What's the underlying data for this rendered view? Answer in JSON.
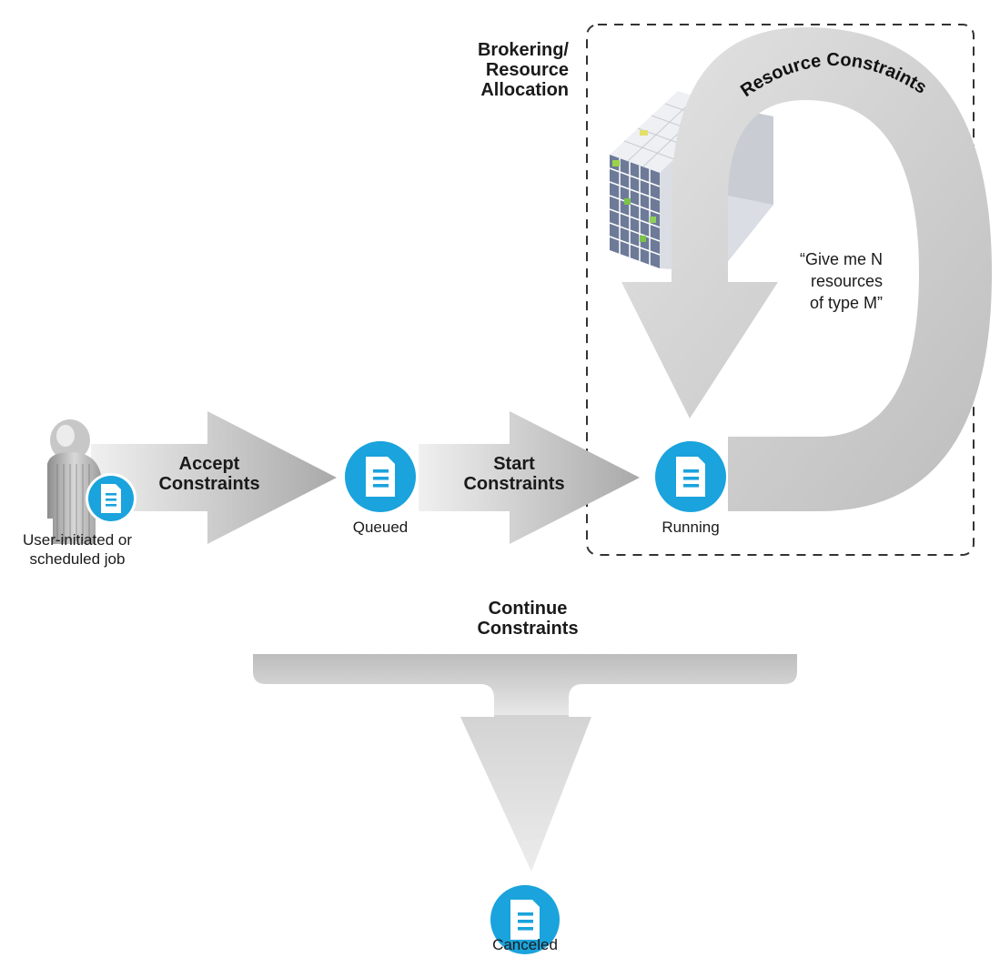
{
  "labels": {
    "accept_line1": "Accept",
    "accept_line2": "Constraints",
    "start_line1": "Start",
    "start_line2": "Constraints",
    "continue_line1": "Continue",
    "continue_line2": "Constraints",
    "broker_line1": "Brokering/",
    "broker_line2": "Resource",
    "broker_line3": "Allocation",
    "resource_constraints": "Resource Constraints",
    "quote_line1": "“Give me N",
    "quote_line2": "resources",
    "quote_line3": "of type M”"
  },
  "states": {
    "user_line1": "User-initiated or",
    "user_line2": "scheduled job",
    "queued": "Queued",
    "running": "Running",
    "canceled": "Canceled"
  },
  "icons": {
    "job_icon": "document-icon",
    "user_icon": "user-icon",
    "server_icon": "server-rack-icon"
  },
  "colors": {
    "job_blue": "#1aa3dc",
    "arrow_light": "#ececec",
    "arrow_dark": "#a8a8a8",
    "dash_border": "#333333"
  }
}
